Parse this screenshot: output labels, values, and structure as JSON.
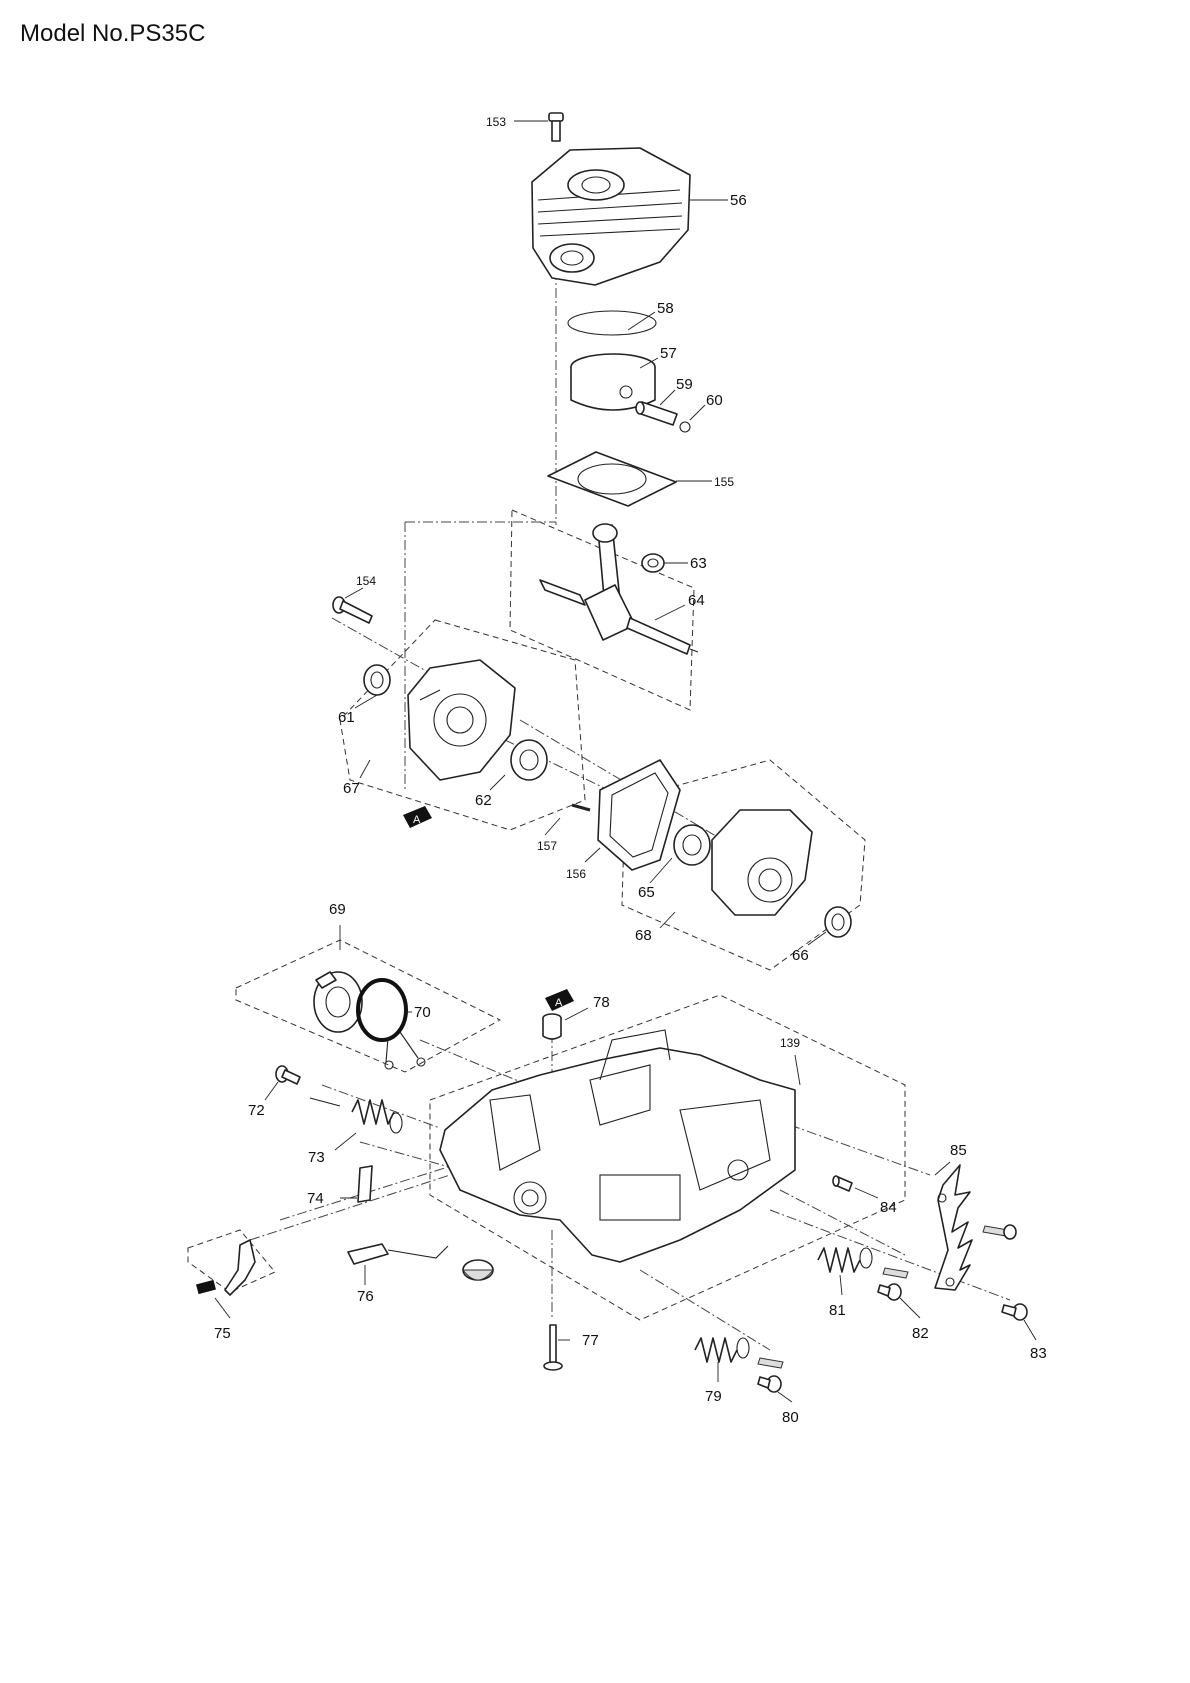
{
  "header": {
    "model_title": "Model No.PS35C"
  },
  "reference_marker": "A",
  "parts": [
    {
      "id": "part-153",
      "label": "153"
    },
    {
      "id": "part-56",
      "label": "56"
    },
    {
      "id": "part-58",
      "label": "58"
    },
    {
      "id": "part-57",
      "label": "57"
    },
    {
      "id": "part-59",
      "label": "59"
    },
    {
      "id": "part-60",
      "label": "60"
    },
    {
      "id": "part-155",
      "label": "155"
    },
    {
      "id": "part-63",
      "label": "63"
    },
    {
      "id": "part-154",
      "label": "154"
    },
    {
      "id": "part-64",
      "label": "64"
    },
    {
      "id": "part-61",
      "label": "61"
    },
    {
      "id": "part-67",
      "label": "67"
    },
    {
      "id": "part-62",
      "label": "62"
    },
    {
      "id": "part-157",
      "label": "157"
    },
    {
      "id": "part-156",
      "label": "156"
    },
    {
      "id": "part-65",
      "label": "65"
    },
    {
      "id": "part-68",
      "label": "68"
    },
    {
      "id": "part-66",
      "label": "66"
    },
    {
      "id": "part-69",
      "label": "69"
    },
    {
      "id": "part-70",
      "label": "70"
    },
    {
      "id": "part-78",
      "label": "78"
    },
    {
      "id": "part-139",
      "label": "139"
    },
    {
      "id": "part-72",
      "label": "72"
    },
    {
      "id": "part-73",
      "label": "73"
    },
    {
      "id": "part-85",
      "label": "85"
    },
    {
      "id": "part-74",
      "label": "74"
    },
    {
      "id": "part-84",
      "label": "84"
    },
    {
      "id": "part-76",
      "label": "76"
    },
    {
      "id": "part-75",
      "label": "75"
    },
    {
      "id": "part-77",
      "label": "77"
    },
    {
      "id": "part-81",
      "label": "81"
    },
    {
      "id": "part-82",
      "label": "82"
    },
    {
      "id": "part-83",
      "label": "83"
    },
    {
      "id": "part-79",
      "label": "79"
    },
    {
      "id": "part-80",
      "label": "80"
    }
  ]
}
